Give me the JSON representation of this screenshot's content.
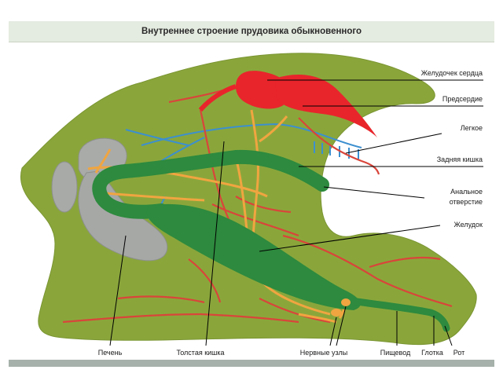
{
  "title": "Внутреннее строение прудовика обыкновенного",
  "labels": {
    "heart_ventricle": "Желудочек сердца",
    "atrium": "Предсердие",
    "lung": "Легкое",
    "hindgut": "Задняя кишка",
    "anal_line1": "Анальное",
    "anal_line2": "отверстие",
    "stomach": "Желудок",
    "liver": "Печень",
    "large_intestine": "Толстая кишка",
    "nerve_ganglia": "Нервные узлы",
    "esophagus": "Пищевод",
    "pharynx": "Глотка",
    "mouth": "Рот"
  },
  "colors": {
    "body": "#8aa63b",
    "heart": "#e8252b",
    "gut": "#2d8a3e",
    "nerves": "#f0a540",
    "vessels": "#d9453a",
    "lung_vessels": "#3c8fcf",
    "liver": "#a8aaa8"
  }
}
